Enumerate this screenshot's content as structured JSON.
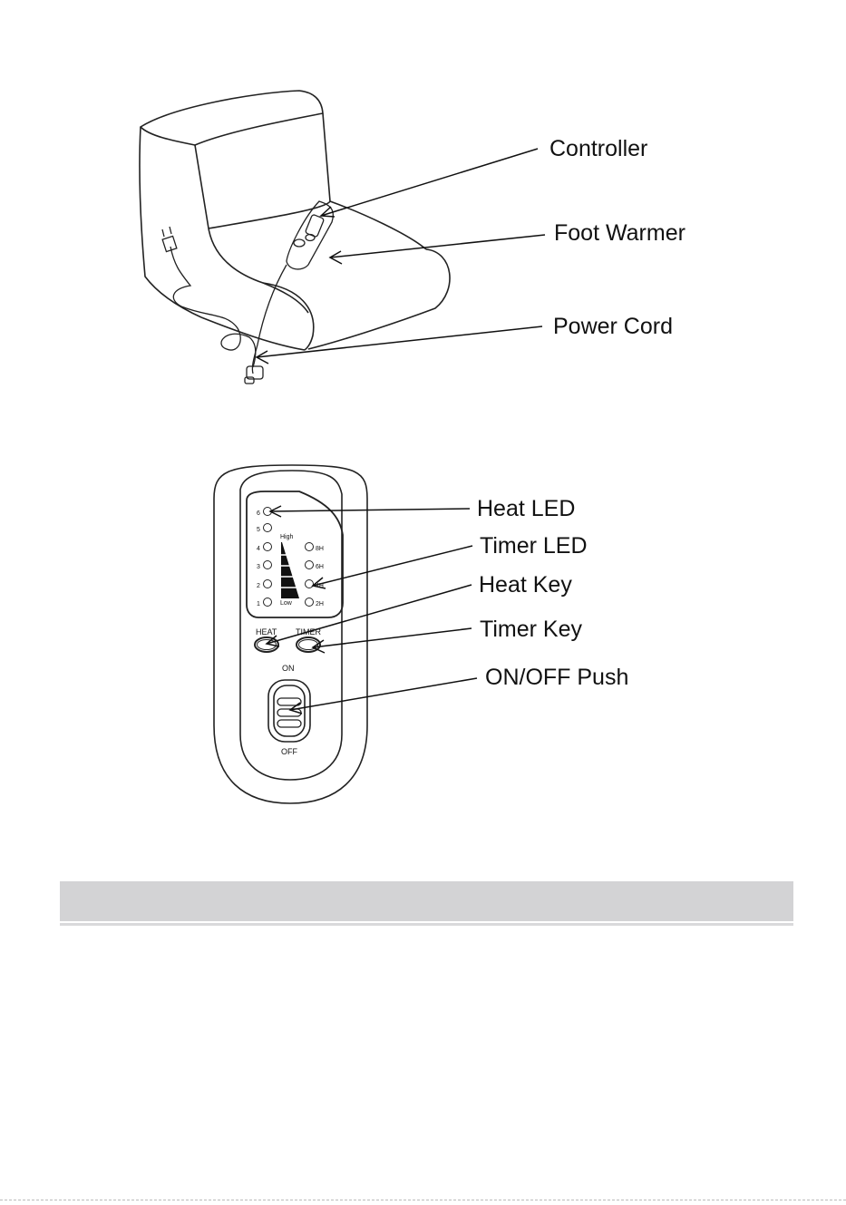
{
  "product_diagram": {
    "callouts": {
      "controller": "Controller",
      "foot_warmer": "Foot Warmer",
      "power_cord": "Power Cord"
    }
  },
  "controller_diagram": {
    "callouts": {
      "heat_led": "Heat LED",
      "timer_led": "Timer LED",
      "heat_key": "Heat Key",
      "timer_key": "Timer Key",
      "on_off_push": "ON/OFF Push"
    },
    "heat_levels": [
      "6",
      "5",
      "4",
      "3",
      "2",
      "1"
    ],
    "scale_high": "High",
    "scale_low": "Low",
    "timer_levels": [
      "8H",
      "6H",
      "4H",
      "2H"
    ],
    "heat_button": "HEAT",
    "timer_button": "TIMER",
    "switch_on": "ON",
    "switch_off": "OFF"
  },
  "section_header": {
    "text": ""
  }
}
